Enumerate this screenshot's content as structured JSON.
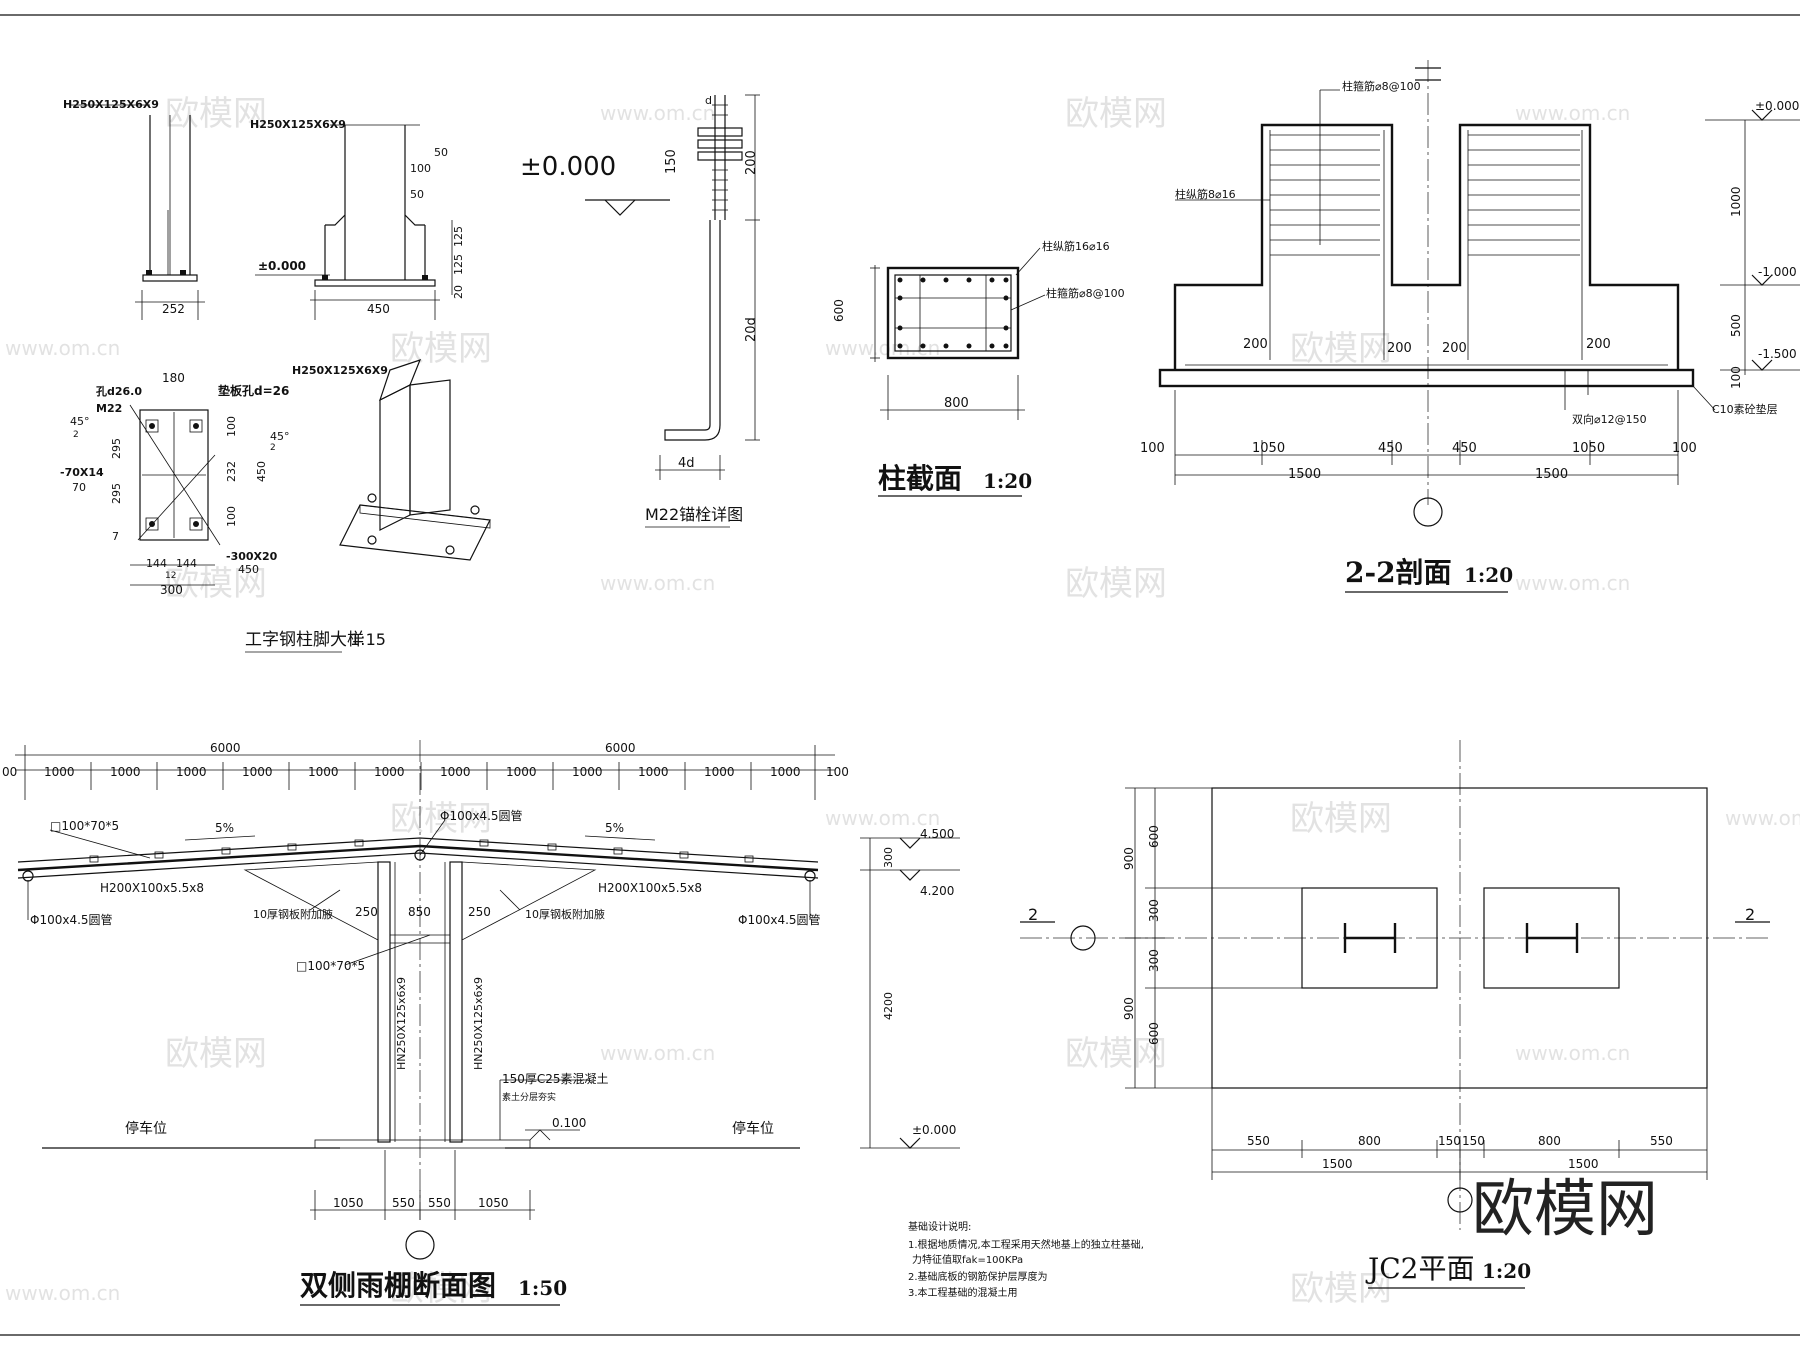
{
  "watermark": {
    "brand": "欧模网",
    "url": "www.om.cn"
  },
  "logo": {
    "text": "欧模网"
  },
  "column_foot": {
    "title": "工字钢柱脚大样",
    "scale": "1:15",
    "section_label_1": "H250X125X6X9",
    "section_label_2": "H250X125X6X9",
    "section_label_3": "H250X125X6X9",
    "elev": "±0.000",
    "dims": {
      "d252": "252",
      "d450": "450",
      "d100": "100",
      "d50a": "50",
      "d50b": "50",
      "d125a": "125",
      "d125b": "125",
      "d20": "20",
      "d180": "180",
      "d295a": "295",
      "d295b": "295",
      "d100b": "100",
      "d232": "232",
      "d100c": "100",
      "d450v": "450",
      "d144a": "144",
      "d12": "12",
      "d144b": "144",
      "d300": "300",
      "d70": "70",
      "d7": "7",
      "d2a": "2",
      "d2b": "2"
    },
    "notes": {
      "hole": "孔d26.0",
      "m22": "M22",
      "pad_hole": "垫板孔d=26",
      "angle1": "45°",
      "angle2": "45°",
      "plate1": "-70X14",
      "plate2": "-300X20",
      "plate2_dim": "450"
    }
  },
  "anchor_bolt": {
    "title": "M22锚栓详图",
    "elev": "±0.000",
    "dims": {
      "d": "d",
      "d150": "150",
      "d200": "200",
      "d20d": "20d",
      "d4d": "4d"
    }
  },
  "column_section": {
    "title": "柱截面",
    "scale": "1:20",
    "dims": {
      "w800": "800",
      "h600": "600"
    },
    "notes": {
      "long_bar": "柱纵筋16⌀16",
      "stirrup": "柱箍筋⌀8@100"
    }
  },
  "section_22": {
    "title": "2-2剖面",
    "scale": "1:20",
    "notes": {
      "stirrup": "柱箍筋⌀8@100",
      "long_bar": "柱纵筋8⌀16",
      "bottom_bar": "双向⌀12@150",
      "cushion": "C10素砼垫层"
    },
    "elevs": {
      "e0": "±0.000",
      "e1": "-1.000",
      "e2": "-1.500"
    },
    "dims": {
      "v1000": "1000",
      "v500": "500",
      "v100": "100",
      "s200a": "200",
      "s200b": "200",
      "s200c": "200",
      "s200d": "200",
      "b100a": "100",
      "b1050a": "1050",
      "b450a": "450",
      "b450b": "450",
      "b1050b": "1050",
      "b100b": "100",
      "t1500a": "1500",
      "t1500b": "1500"
    }
  },
  "canopy": {
    "title": "双侧雨棚断面图",
    "scale": "1:50",
    "top_dims": {
      "total_left": "6000",
      "total_right": "6000",
      "edge_left": "00",
      "edge_right": "100",
      "bays": [
        "1000",
        "1000",
        "1000",
        "1000",
        "1000",
        "1000",
        "1000",
        "1000",
        "1000",
        "1000",
        "1000",
        "1000"
      ]
    },
    "labels": {
      "purlin_l": "□100*70*5",
      "purlin_c": "□100*70*5",
      "slope_l": "5%",
      "slope_r": "5%",
      "tube_top": "Φ100x4.5圆管",
      "tube_l": "Φ100x4.5圆管",
      "tube_r": "Φ100x4.5圆管",
      "beam_l": "H200X100x5.5x8",
      "beam_r": "H200X100x5.5x8",
      "stiff_l": "10厚钢板附加腋",
      "stiff_r": "10厚钢板附加腋",
      "d250a": "250",
      "d850": "850",
      "d250b": "250",
      "col_l": "HN250X125x6x9",
      "col_r": "HN250X125x6x9",
      "slab": "150厚C25素混凝土",
      "soil": "素土分层夯实",
      "e100": "0.100",
      "park_l": "停车位",
      "park_r": "停车位",
      "e4500": "4.500",
      "e4200": "4.200",
      "v300": "300",
      "v4200": "4200",
      "e0": "±0.000",
      "b1050a": "1050",
      "b550a": "550",
      "b550b": "550",
      "b1050b": "1050"
    }
  },
  "notes_block": {
    "title": "基础设计说明:",
    "lines": [
      "1.根据地质情况,本工程采用天然地基上的独立柱基础,",
      "力特征值取fak=100KPa",
      "2.基础底板的钢筋保护层厚度为",
      "3.本工程基础的混凝土用"
    ]
  },
  "jc2": {
    "title": "JC2平面",
    "scale": "1:20",
    "cut_l": "2",
    "cut_r": "2",
    "vdims": {
      "a900": "900",
      "a600": "600",
      "b300": "300",
      "c300": "300",
      "d900": "900",
      "d600": "600"
    },
    "hdims": {
      "h550a": "550",
      "h800a": "800",
      "h150a": "150",
      "h150b": "150",
      "h800b": "800",
      "h550b": "550",
      "t1500a": "1500",
      "t1500b": "1500"
    }
  }
}
